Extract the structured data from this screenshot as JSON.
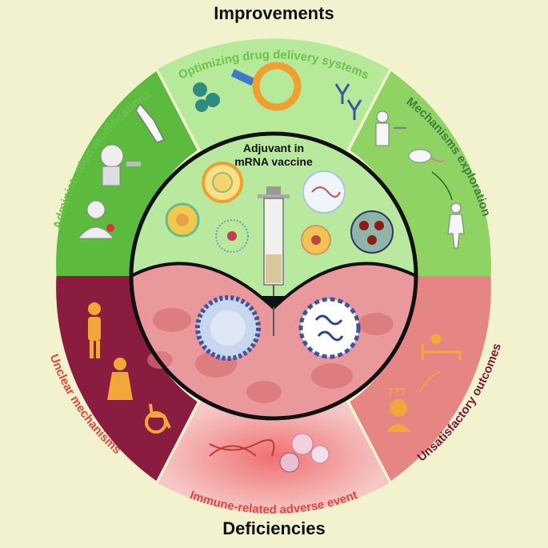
{
  "header": {
    "title": "Improvements"
  },
  "footer": {
    "title": "Deficiencies"
  },
  "improvements": {
    "left": "Administration modifications",
    "top": "Optimizing drug delivery systems",
    "right": "Mechanisms exploration"
  },
  "deficiencies": {
    "left": "Unsatisfactory outcomes",
    "bottom": "Immune-related adverse event",
    "right": "Unclear mechanisms"
  },
  "center": {
    "line1": "Adjuvant in",
    "line2": "mRNA vaccine"
  },
  "icons": [
    "injection-arm-icon",
    "nasal-spray-icon",
    "shoulder-injection-icon",
    "nanoparticle-icon",
    "pipette-icon",
    "lipid-ring-icon",
    "antibody-icon",
    "researcher-icon",
    "mouse-icon",
    "human-figure-icon",
    "syringe-icon",
    "virus-icon",
    "elderly-person-icon",
    "wheelchair-icon",
    "hospital-bed-icon",
    "confused-person-icon",
    "immune-cell-icon",
    "dna-helix-icon"
  ],
  "colors": {
    "background": "#f3f2cf",
    "improve_light": "#b6ea9a",
    "improve_mid": "#8fd365",
    "improve_dark": "#55b53a",
    "improve_text": "#6cc14a",
    "defic_dark": "#8a1d3f",
    "defic_pink": "#e58684",
    "defic_light": "#f6c7c7",
    "defic_text_dark": "#7a1734",
    "defic_text_red": "#e0473f"
  }
}
